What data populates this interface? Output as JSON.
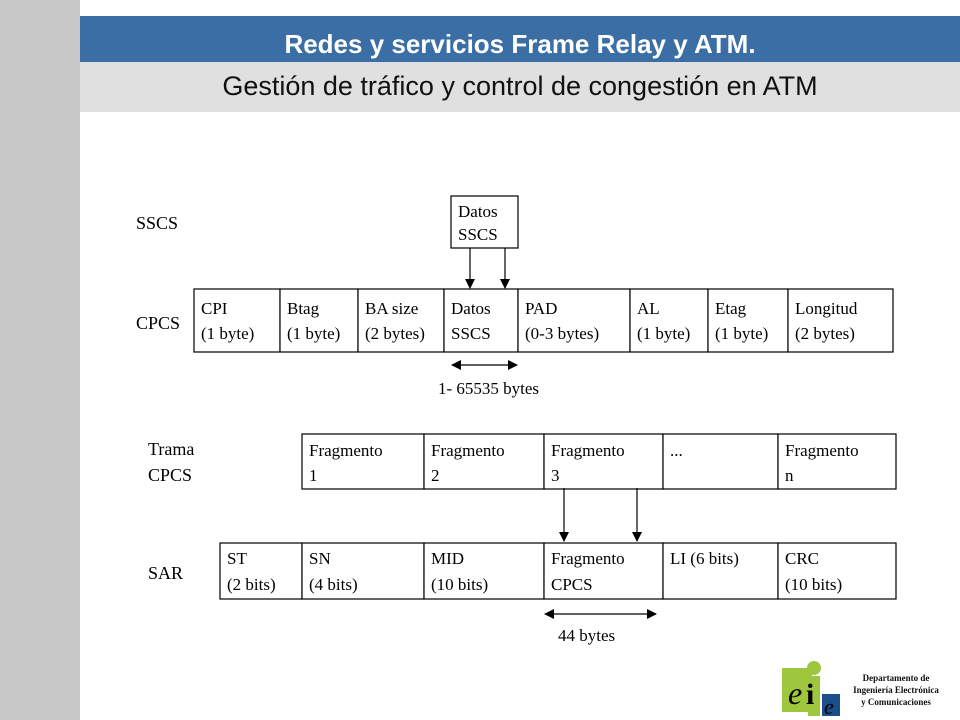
{
  "header": {
    "title": "Redes y servicios Frame Relay y ATM.",
    "subtitle": "Gestión de tráfico y control de congestión en ATM"
  },
  "diagram": {
    "ssCS": {
      "label": "SSCS",
      "box": [
        "Datos",
        "SSCS"
      ]
    },
    "cpcs": {
      "label": "CPCS",
      "cells": [
        [
          "CPI",
          "(1 byte)"
        ],
        [
          "Btag",
          "(1 byte)"
        ],
        [
          "BA  size",
          "(2 bytes)"
        ],
        [
          "Datos",
          "SSCS"
        ],
        [
          "PAD",
          "(0-3 bytes)"
        ],
        [
          "AL",
          "(1 byte)"
        ],
        [
          "Etag",
          "(1 byte)"
        ],
        [
          "Longitud",
          "(2 bytes)"
        ]
      ],
      "range_label": "1- 65535 bytes"
    },
    "trama": {
      "label": [
        "Trama",
        "CPCS"
      ],
      "cells": [
        [
          "Fragmento",
          "1"
        ],
        [
          "Fragmento",
          "2"
        ],
        [
          "Fragmento",
          "3"
        ],
        [
          "...",
          ""
        ],
        [
          "Fragmento",
          "n"
        ]
      ]
    },
    "sar": {
      "label": "SAR",
      "cells": [
        [
          "ST",
          "(2 bits)"
        ],
        [
          "SN",
          "(4 bits)"
        ],
        [
          "MID",
          "(10 bits)"
        ],
        [
          "Fragmento",
          "CPCS"
        ],
        [
          "LI (6 bits)",
          ""
        ],
        [
          "CRC",
          "(10 bits)"
        ]
      ],
      "range_label": "44 bytes"
    }
  },
  "footer": {
    "logo_letters": [
      "e",
      "i",
      "e"
    ],
    "department": [
      "Departamento de",
      "Ingeniería Electrónica",
      "y Comunicaciones"
    ]
  }
}
